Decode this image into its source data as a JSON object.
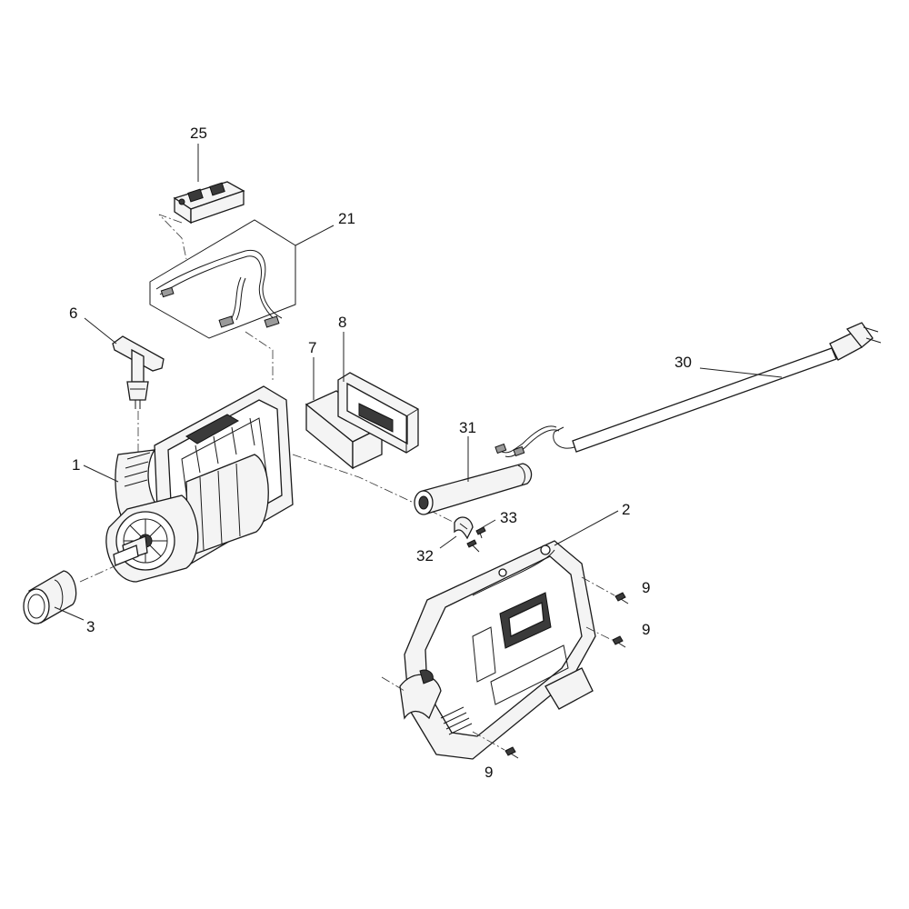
{
  "callouts": {
    "c1": "1",
    "c2": "2",
    "c3": "3",
    "c6": "6",
    "c7": "7",
    "c8": "8",
    "c9a": "9",
    "c9b": "9",
    "c9c": "9",
    "c21": "21",
    "c25": "25",
    "c30": "30",
    "c31": "31",
    "c32": "32",
    "c33": "33"
  },
  "colors": {
    "line": "#1a1a1a",
    "fill_light": "#f4f4f4",
    "fill_dark": "#3a3a3a",
    "background": "#ffffff"
  }
}
